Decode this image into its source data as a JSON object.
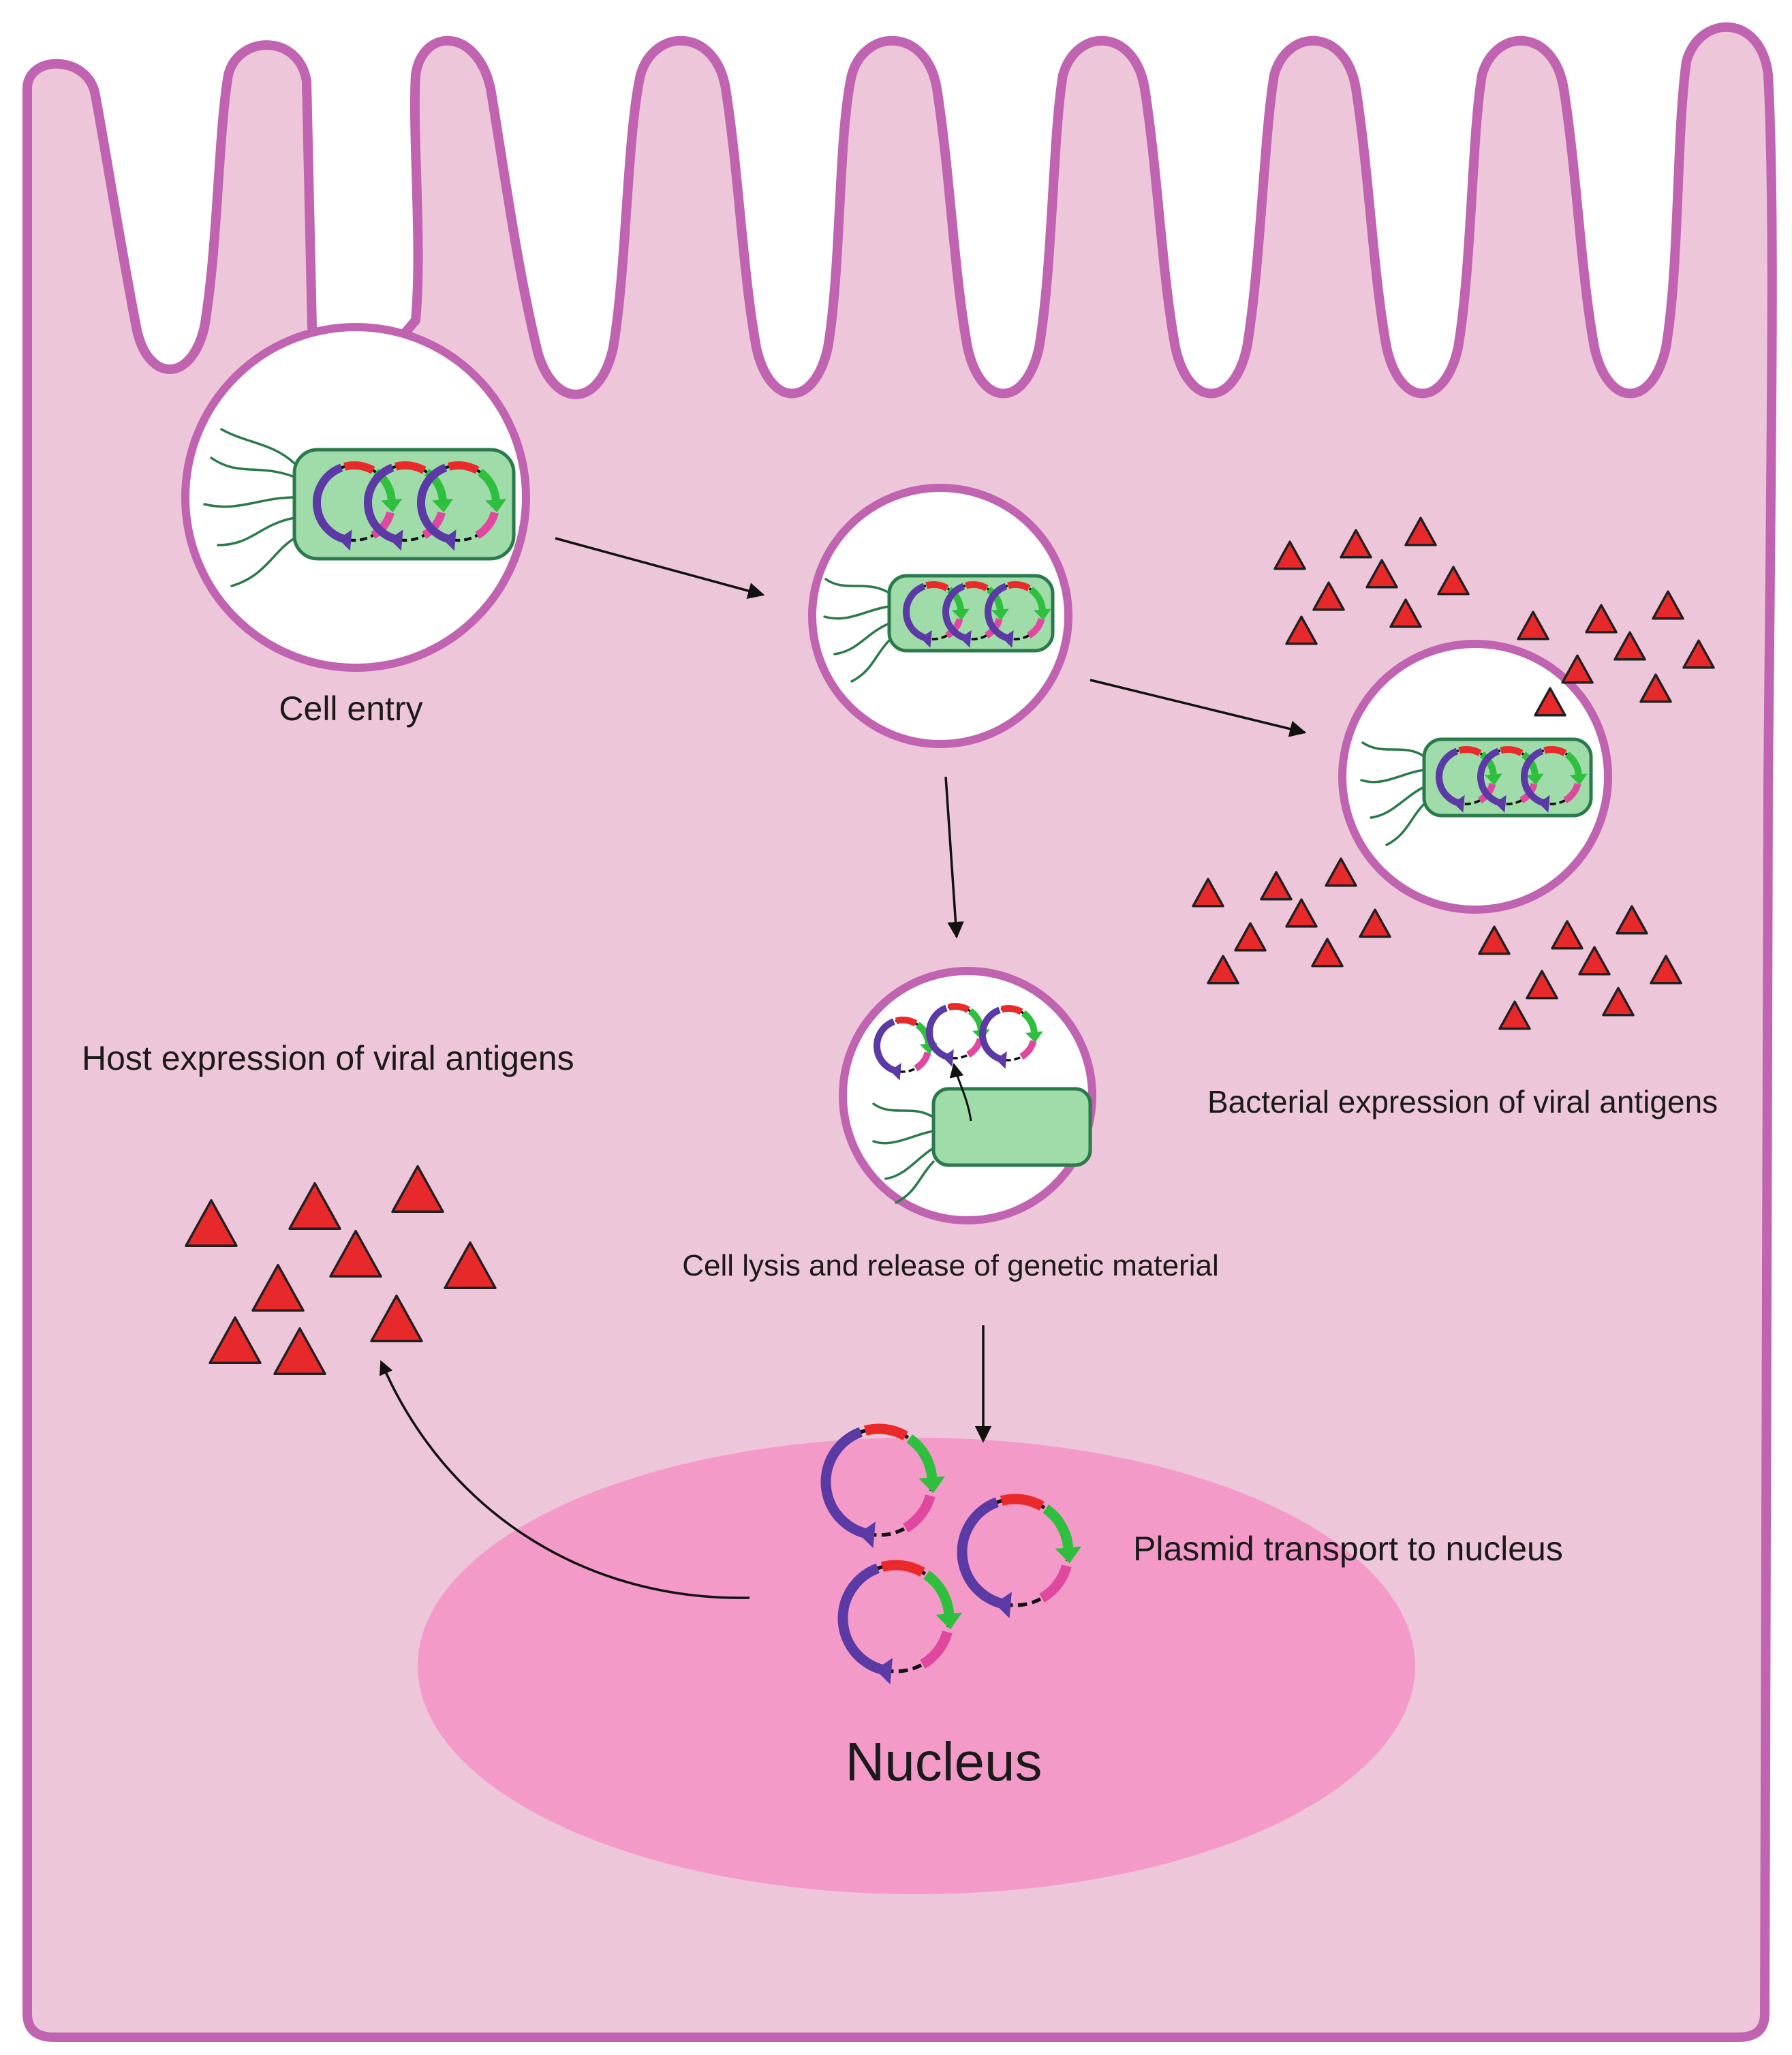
{
  "labels": {
    "cell_entry": "Cell entry",
    "host_expression": "Host expression of viral antigens",
    "bacterial_expression": "Bacterial expression of viral antigens",
    "cell_lysis": "Cell lysis and release of genetic material",
    "plasmid_transport": "Plasmid transport to nucleus",
    "nucleus": "Nucleus"
  },
  "colors": {
    "cell_fill": "#eec6da",
    "cell_outline": "#c063b0",
    "nucleus_fill": "#f49ac8",
    "antigen": "#e8292c",
    "bacterium_fill": "#9fdca9",
    "bacterium_outline": "#2a7a4b",
    "plasmid_purple": "#5b3aa6",
    "plasmid_pink": "#e0489f",
    "plasmid_red": "#ea2a2a",
    "plasmid_green": "#2fbf3f"
  },
  "icons": {
    "antigen": "red-triangle-icon",
    "bacterium": "bacterium-with-plasmids-icon",
    "plasmid": "circular-plasmid-icon"
  }
}
